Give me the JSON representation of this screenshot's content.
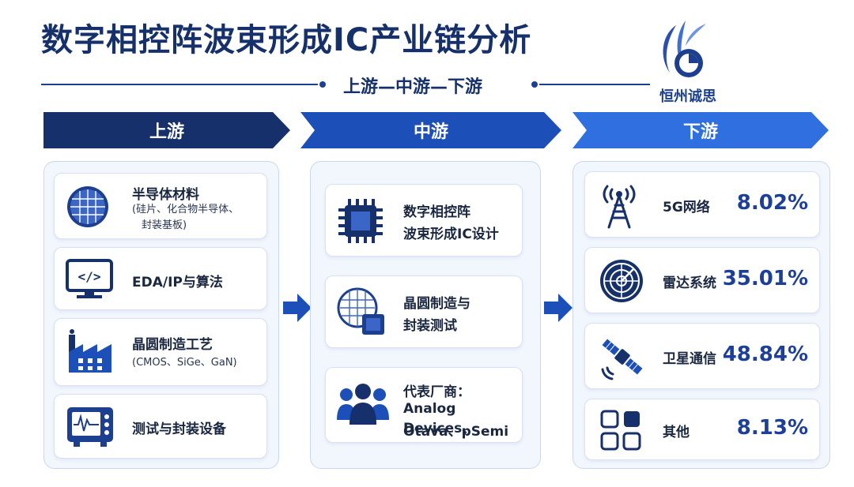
{
  "header": {
    "title": "数字相控阵波束形成IC产业链分析",
    "subtitle": "上游—中游—下游",
    "logo_text": "恒州诚思"
  },
  "colors": {
    "navy": "#15306b",
    "accent": "#1c4fb8",
    "light": "#2f6fe0",
    "panel": "#f2f6fd"
  },
  "upstream": {
    "label": "上游",
    "items": [
      {
        "icon": "wafer-icon",
        "title": "半导体材料",
        "note": "(硅片、化合物半导体、",
        "note2": "封装基板)"
      },
      {
        "icon": "code-monitor-icon",
        "title": "EDA/IP与算法"
      },
      {
        "icon": "factory-icon",
        "title": "晶圆制造工艺",
        "note": "(CMOS、SiGe、GaN)"
      },
      {
        "icon": "oscilloscope-icon",
        "title": "测试与封装设备"
      }
    ]
  },
  "midstream": {
    "label": "中游",
    "items": [
      {
        "icon": "chip-icon",
        "title": "数字相控阵",
        "title2": "波束形成IC设计"
      },
      {
        "icon": "wafer-chip-icon",
        "title": "晶圆制造与",
        "title2": "封装测试"
      },
      {
        "icon": "people-icon",
        "title": "代表厂商：",
        "title2": "Analog Devices、",
        "title3": "Otava、pSemi"
      }
    ]
  },
  "downstream": {
    "label": "下游",
    "items": [
      {
        "icon": "antenna-tower-icon",
        "title": "5G网络",
        "share": "8.02%"
      },
      {
        "icon": "radar-icon",
        "title": "雷达系统",
        "share": "35.01%"
      },
      {
        "icon": "satellite-icon",
        "title": "卫星通信",
        "share": "48.84%"
      },
      {
        "icon": "grid-icon",
        "title": "其他",
        "share": "8.13%"
      }
    ]
  }
}
